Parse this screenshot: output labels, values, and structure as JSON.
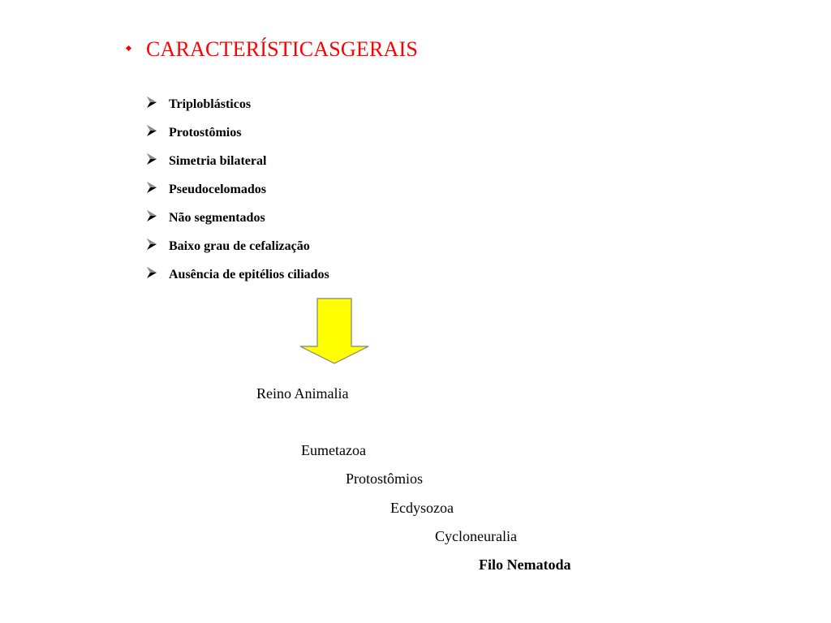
{
  "slide": {
    "heading": "CARACTERÍSTICASGERAIS",
    "heading_color": "#ff0000",
    "bullet_icon": "arrowhead-bullet-icon",
    "features": [
      "Triploblásticos",
      "Protostômios",
      "Simetria bilateral",
      "Pseudocelomados",
      "Não segmentados",
      "Baixo grau de cefalização",
      "Ausência de epitélios ciliados"
    ],
    "arrow": {
      "icon": "down-arrow-icon",
      "fill_color": "#ffff00",
      "stroke_color": "#808080"
    },
    "taxonomy": {
      "reino": "Reino Animalia",
      "sub_reino": "Eumetazoa",
      "clado": "Protostômios",
      "superfilo": "Ecdysozoa",
      "clado2": "Cycloneuralia",
      "filo": "Filo Nematoda"
    }
  }
}
